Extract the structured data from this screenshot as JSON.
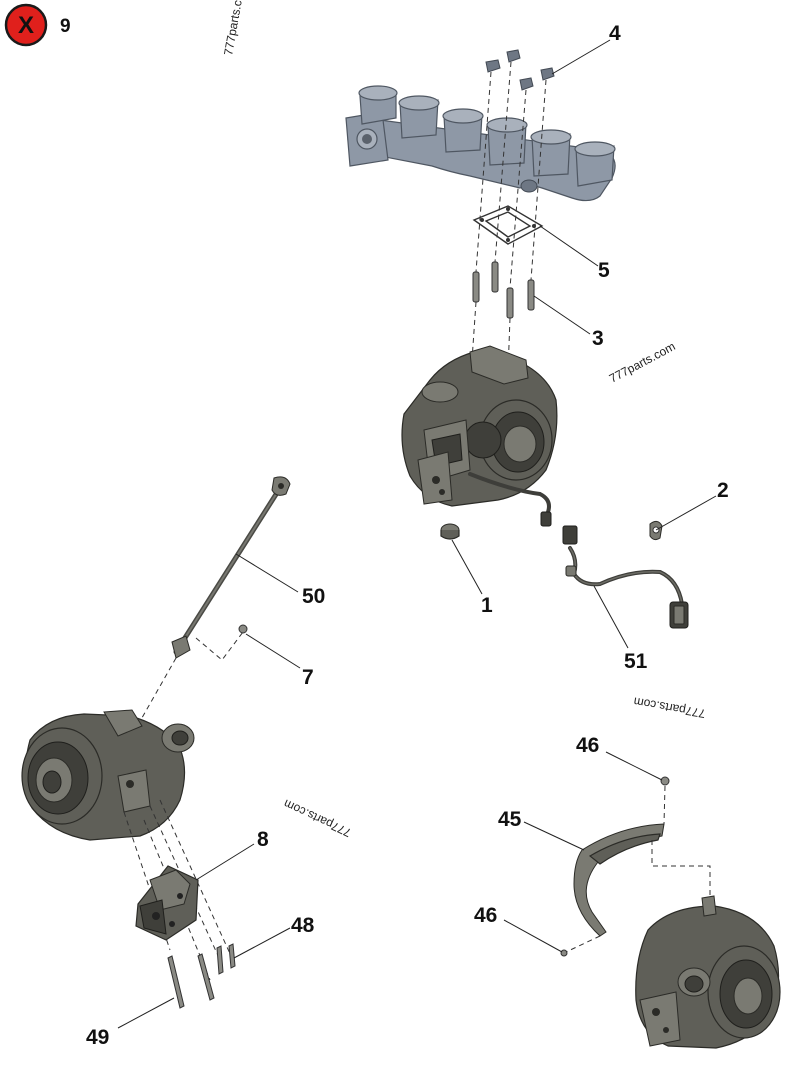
{
  "close_badge": {
    "label": "X",
    "color": "#e0201c"
  },
  "page_count": "9",
  "watermark": "777parts.com",
  "watermark_partial": "777parts.c",
  "callouts": {
    "c4": "4",
    "c5": "5",
    "c3": "3",
    "c2": "2",
    "c1": "1",
    "c51": "51",
    "c50": "50",
    "c7": "7",
    "c8": "8",
    "c48": "48",
    "c49": "49",
    "c46a": "46",
    "c45": "45",
    "c46b": "46"
  },
  "colors": {
    "manifold": "#8e98a6",
    "turbo": "#5f5f58",
    "callout_text": "#111111"
  }
}
